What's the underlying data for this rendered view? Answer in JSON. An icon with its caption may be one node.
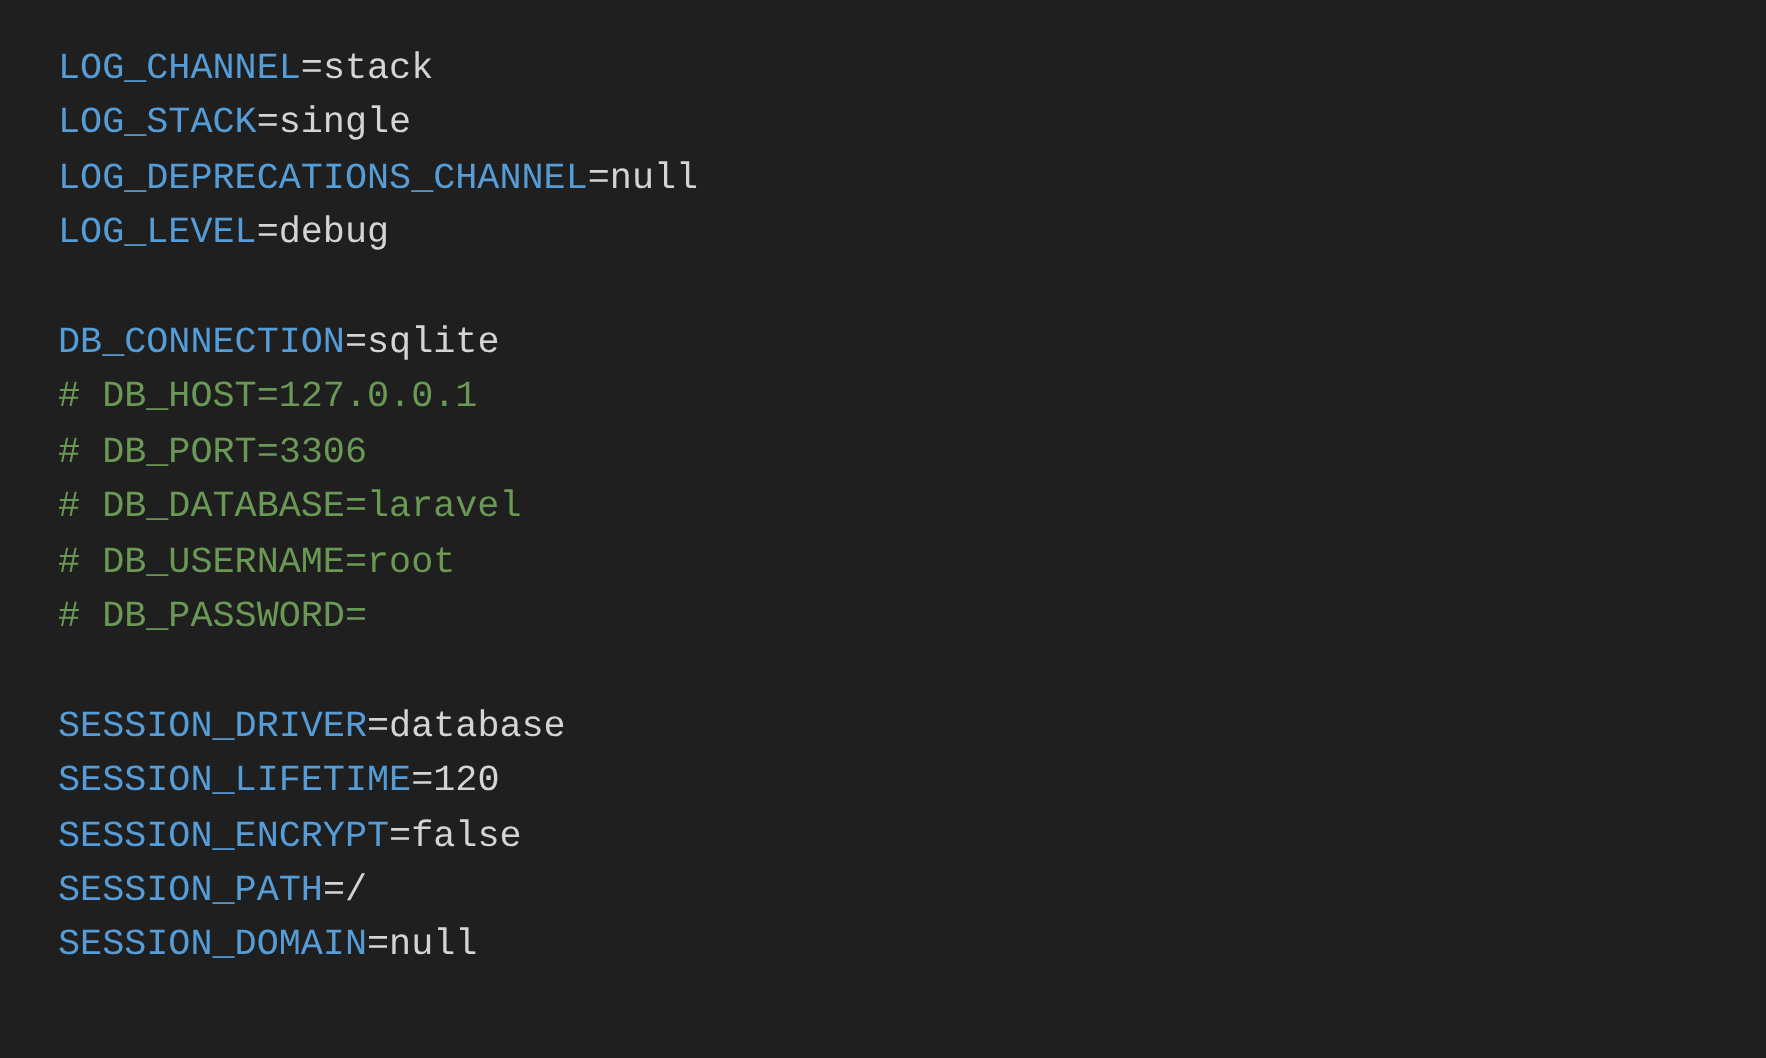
{
  "diagram": {
    "labels": [
      "LOG_CHANNEL=stack",
      "LOG_STACK=single",
      "LOG_DEPRECATIONS_CHANNEL=null",
      "LOG_LEVEL=debug",
      "DB_CONNECTION=sqlite",
      "# DB_HOST=127.0.0.1",
      "# DB_PORT=3306",
      "# DB_DATABASE=laravel",
      "# DB_USERNAME=root",
      "# DB_PASSWORD=",
      "SESSION_DRIVER=database",
      "SESSION_LIFETIME=120",
      "SESSION_ENCRYPT=false",
      "SESSION_PATH=/",
      "SESSION_DOMAIN=null"
    ]
  }
}
